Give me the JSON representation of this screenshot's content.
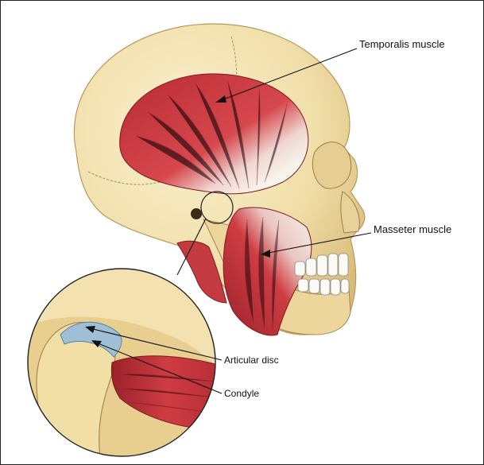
{
  "labels": {
    "temporalis": "Temporalis muscle",
    "masseter": "Masseter muscle",
    "articular_disc": "Articular disc",
    "condyle": "Condyle"
  },
  "colors": {
    "bone": "#f1dfaa",
    "bone_shade": "#d9bb78",
    "muscle": "#c8343b",
    "muscle_dark": "#8e1e24",
    "tendon": "#f5f2ea",
    "disc": "#9fbfd6",
    "line": "#111111"
  },
  "icons": [
    "skull-illustration",
    "tmj-magnifier-inset"
  ]
}
